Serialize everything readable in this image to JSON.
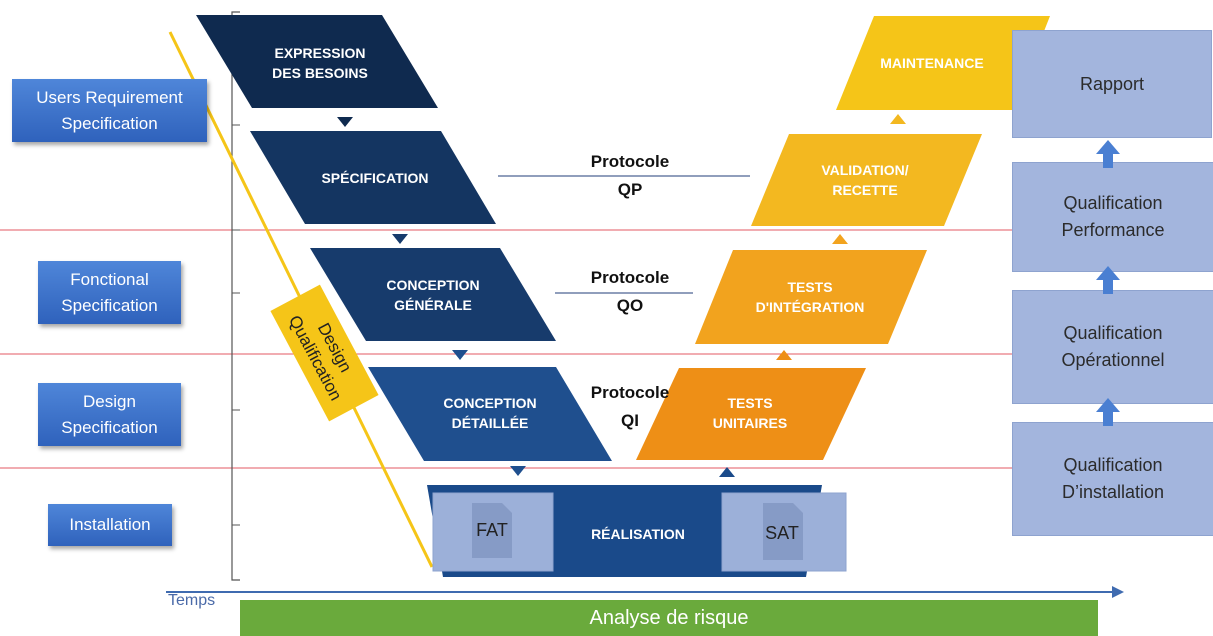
{
  "left_labels": [
    {
      "id": "urs",
      "text": "Users Requirement Specification"
    },
    {
      "id": "fs",
      "text": "Fonctional Specification"
    },
    {
      "id": "ds",
      "text": "Design Specification"
    },
    {
      "id": "inst",
      "text": "Installation"
    }
  ],
  "v_left": [
    {
      "text": "EXPRESSION DES BESOINS"
    },
    {
      "text": "SPÉCIFICATION"
    },
    {
      "text": "CONCEPTION GÉNÉRALE"
    },
    {
      "text": "CONCEPTION DÉTAILLÉE"
    }
  ],
  "v_right": [
    {
      "text": "MAINTENANCE"
    },
    {
      "text": "VALIDATION/ RECETTE"
    },
    {
      "text": "TESTS D'INTÉGRATION"
    },
    {
      "text": "TESTS UNITAIRES"
    }
  ],
  "bottom_v": {
    "text": "RÉALISATION"
  },
  "documents": {
    "fat": "FAT",
    "sat": "SAT"
  },
  "protocols": [
    {
      "line1": "Protocole",
      "line2": "QP"
    },
    {
      "line1": "Protocole",
      "line2": "QO"
    },
    {
      "line1": "Protocole",
      "line2": "QI"
    }
  ],
  "design_qualification": "Design Qualification",
  "right_column": [
    {
      "text": "Rapport"
    },
    {
      "text": "Qualification Performance"
    },
    {
      "text": "Qualification Opérationnel"
    },
    {
      "text": "Qualification D’installation"
    }
  ],
  "timeline_label": "Temps",
  "risk_bar": "Analyse de risque",
  "colors": {
    "dark_navy": "#0f2a4f",
    "navy": "#173b6c",
    "blue": "#1f4f8e",
    "yellow": "#f5c518",
    "amber": "#f2a31e",
    "orange": "#ee8f16",
    "green": "#6aaa3c",
    "red_line": "#e35a63"
  }
}
